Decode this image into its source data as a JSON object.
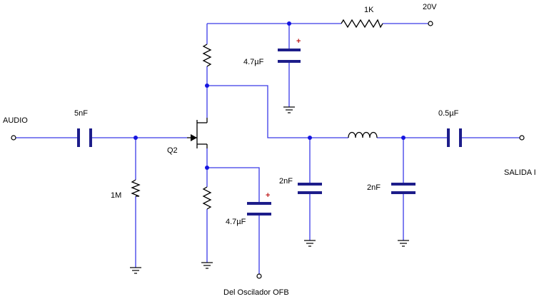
{
  "labels": {
    "input": "AUDIO",
    "output": "SALIDA I",
    "osc": "Del Oscilador OFB",
    "supply": "20V",
    "r_supply": "1K",
    "c_in": "5nF",
    "r_bias": "1M",
    "q": "Q2",
    "c_drain": "4.7µF",
    "c_source": "4.7µF",
    "c_filt1": "2nF",
    "c_filt2": "2nF",
    "c_out": "0.5µF",
    "plus": "+"
  },
  "colors": {
    "wire": "#3a3ae8",
    "component": "#000000",
    "capacitor_plate": "#1d1d8a",
    "node": "#1515e0",
    "polarity": "#c02020"
  }
}
